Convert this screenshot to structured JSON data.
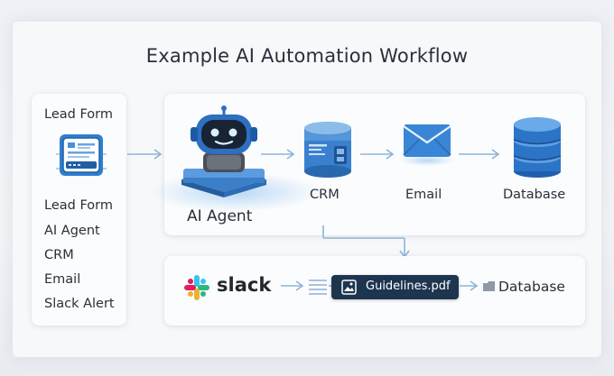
{
  "title": "Example AI Automation Workflow",
  "left_panel": {
    "form_label": "Lead Form",
    "list": [
      "Lead Form",
      "AI Agent",
      "CRM",
      "Email",
      "Slack Alert"
    ]
  },
  "top_row": {
    "agent_label": "AI Agent",
    "crm_label": "CRM",
    "email_label": "Email",
    "database_label": "Database"
  },
  "bottom_row": {
    "slack_label": "slack",
    "file_label": "Guidelines.pdf",
    "database_label": "Database"
  },
  "colors": {
    "accent_blue": "#2f7fd0",
    "arrow": "#8fb3d6",
    "chip_bg": "#1e3550",
    "text": "#2a2f3a"
  },
  "icons": [
    "form-icon",
    "robot-icon",
    "crm-server-icon",
    "email-envelope-icon",
    "database-icon",
    "slack-logo-icon",
    "list-lines-icon",
    "image-file-icon",
    "folder-icon"
  ]
}
